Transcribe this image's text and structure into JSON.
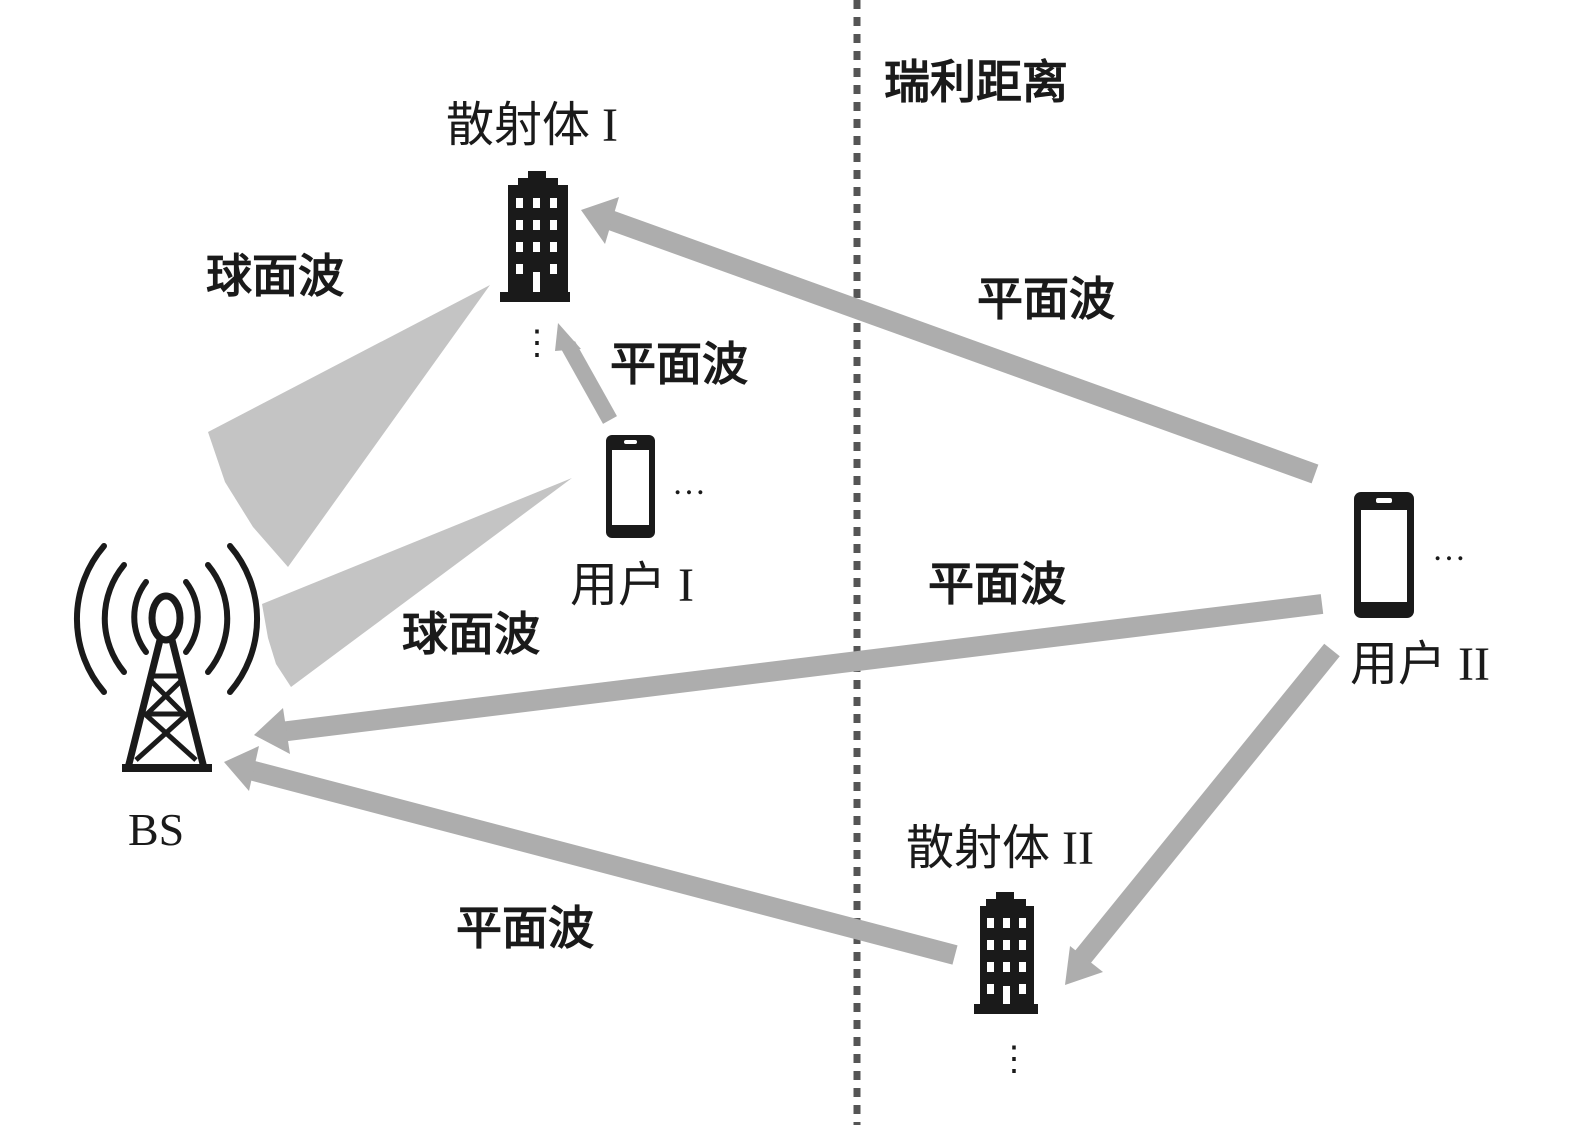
{
  "labels": {
    "rayleigh_distance": "瑞利距离",
    "scatterer_1": "散射体 I",
    "scatterer_2": "散射体 II",
    "user_1": "用户 I",
    "user_2": "用户 II",
    "base_station": "BS",
    "spherical_wave_upper": "球面波",
    "spherical_wave_lower": "球面波",
    "plane_wave_user1_to_scatterer1": "平面波",
    "plane_wave_user2_to_scatterer1": "平面波",
    "plane_wave_user2_to_bs": "平面波",
    "plane_wave_scatterer2_to_bs": "平面波",
    "ellipsis_user_1": "…",
    "ellipsis_user_2": "…",
    "vertical_ellipsis": "⋮"
  },
  "colors": {
    "arrow": "#adadad",
    "cone": "#c4c4c4",
    "divider": "#555555",
    "ink": "#1a1a1a"
  },
  "icons": {
    "base_station": "cell-tower-icon",
    "scatterer": "building-icon",
    "user": "smartphone-icon"
  }
}
